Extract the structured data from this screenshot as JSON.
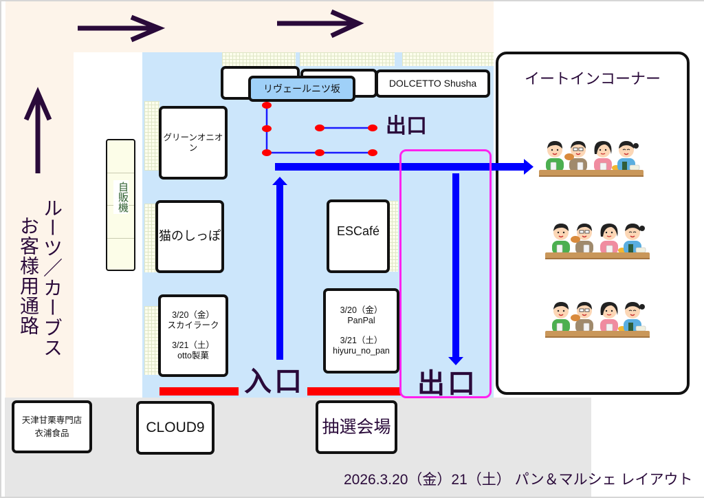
{
  "title": "2026.3.20（金）21（土） パン＆マルシェ レイアウト",
  "corridor": {
    "line1": "ルーツ／カーブス",
    "line2": "お客様用通路"
  },
  "vending_machine": "自販機",
  "booths": {
    "green_onion": "グリーンオニオン",
    "neko_no_shippo": "猫のしっぽ",
    "skylark_otto": {
      "day1_date": "3/20（金）",
      "day1_name": "スカイラーク",
      "day2_date": "3/21（土）",
      "day2_name": "otto製菓"
    },
    "escafe": "ESCafé",
    "panpal_hiyuru": {
      "day1_date": "3/20（金）",
      "day1_name": "PanPal",
      "day2_date": "3/21（土）",
      "day2_name": "hiyuru_no_pan"
    },
    "riveil": "リヴェールニツ坂",
    "dolcetto": "DOLCETTO Shusha",
    "tenshin": {
      "line1": "天津甘栗専門店",
      "line2": "衣浦食品"
    },
    "cloud9": "CLOUD9",
    "lottery": "抽選会場"
  },
  "labels": {
    "entrance": "入口",
    "exit_queue": "出口",
    "exit_main": "出口"
  },
  "eat_in": {
    "title": "イートインコーナー",
    "table_groups": 3
  },
  "colors": {
    "ink": "#2a0a3a",
    "flow": "#0000ff",
    "entrance": "#ff0000",
    "exit": "#ff22ee",
    "floor": "#cce6fb",
    "corridor": "#fdf4ea",
    "outside": "#e6e6e6",
    "highlight_booth": "#9fd0f8",
    "vending_text": "#2d5e2d"
  }
}
